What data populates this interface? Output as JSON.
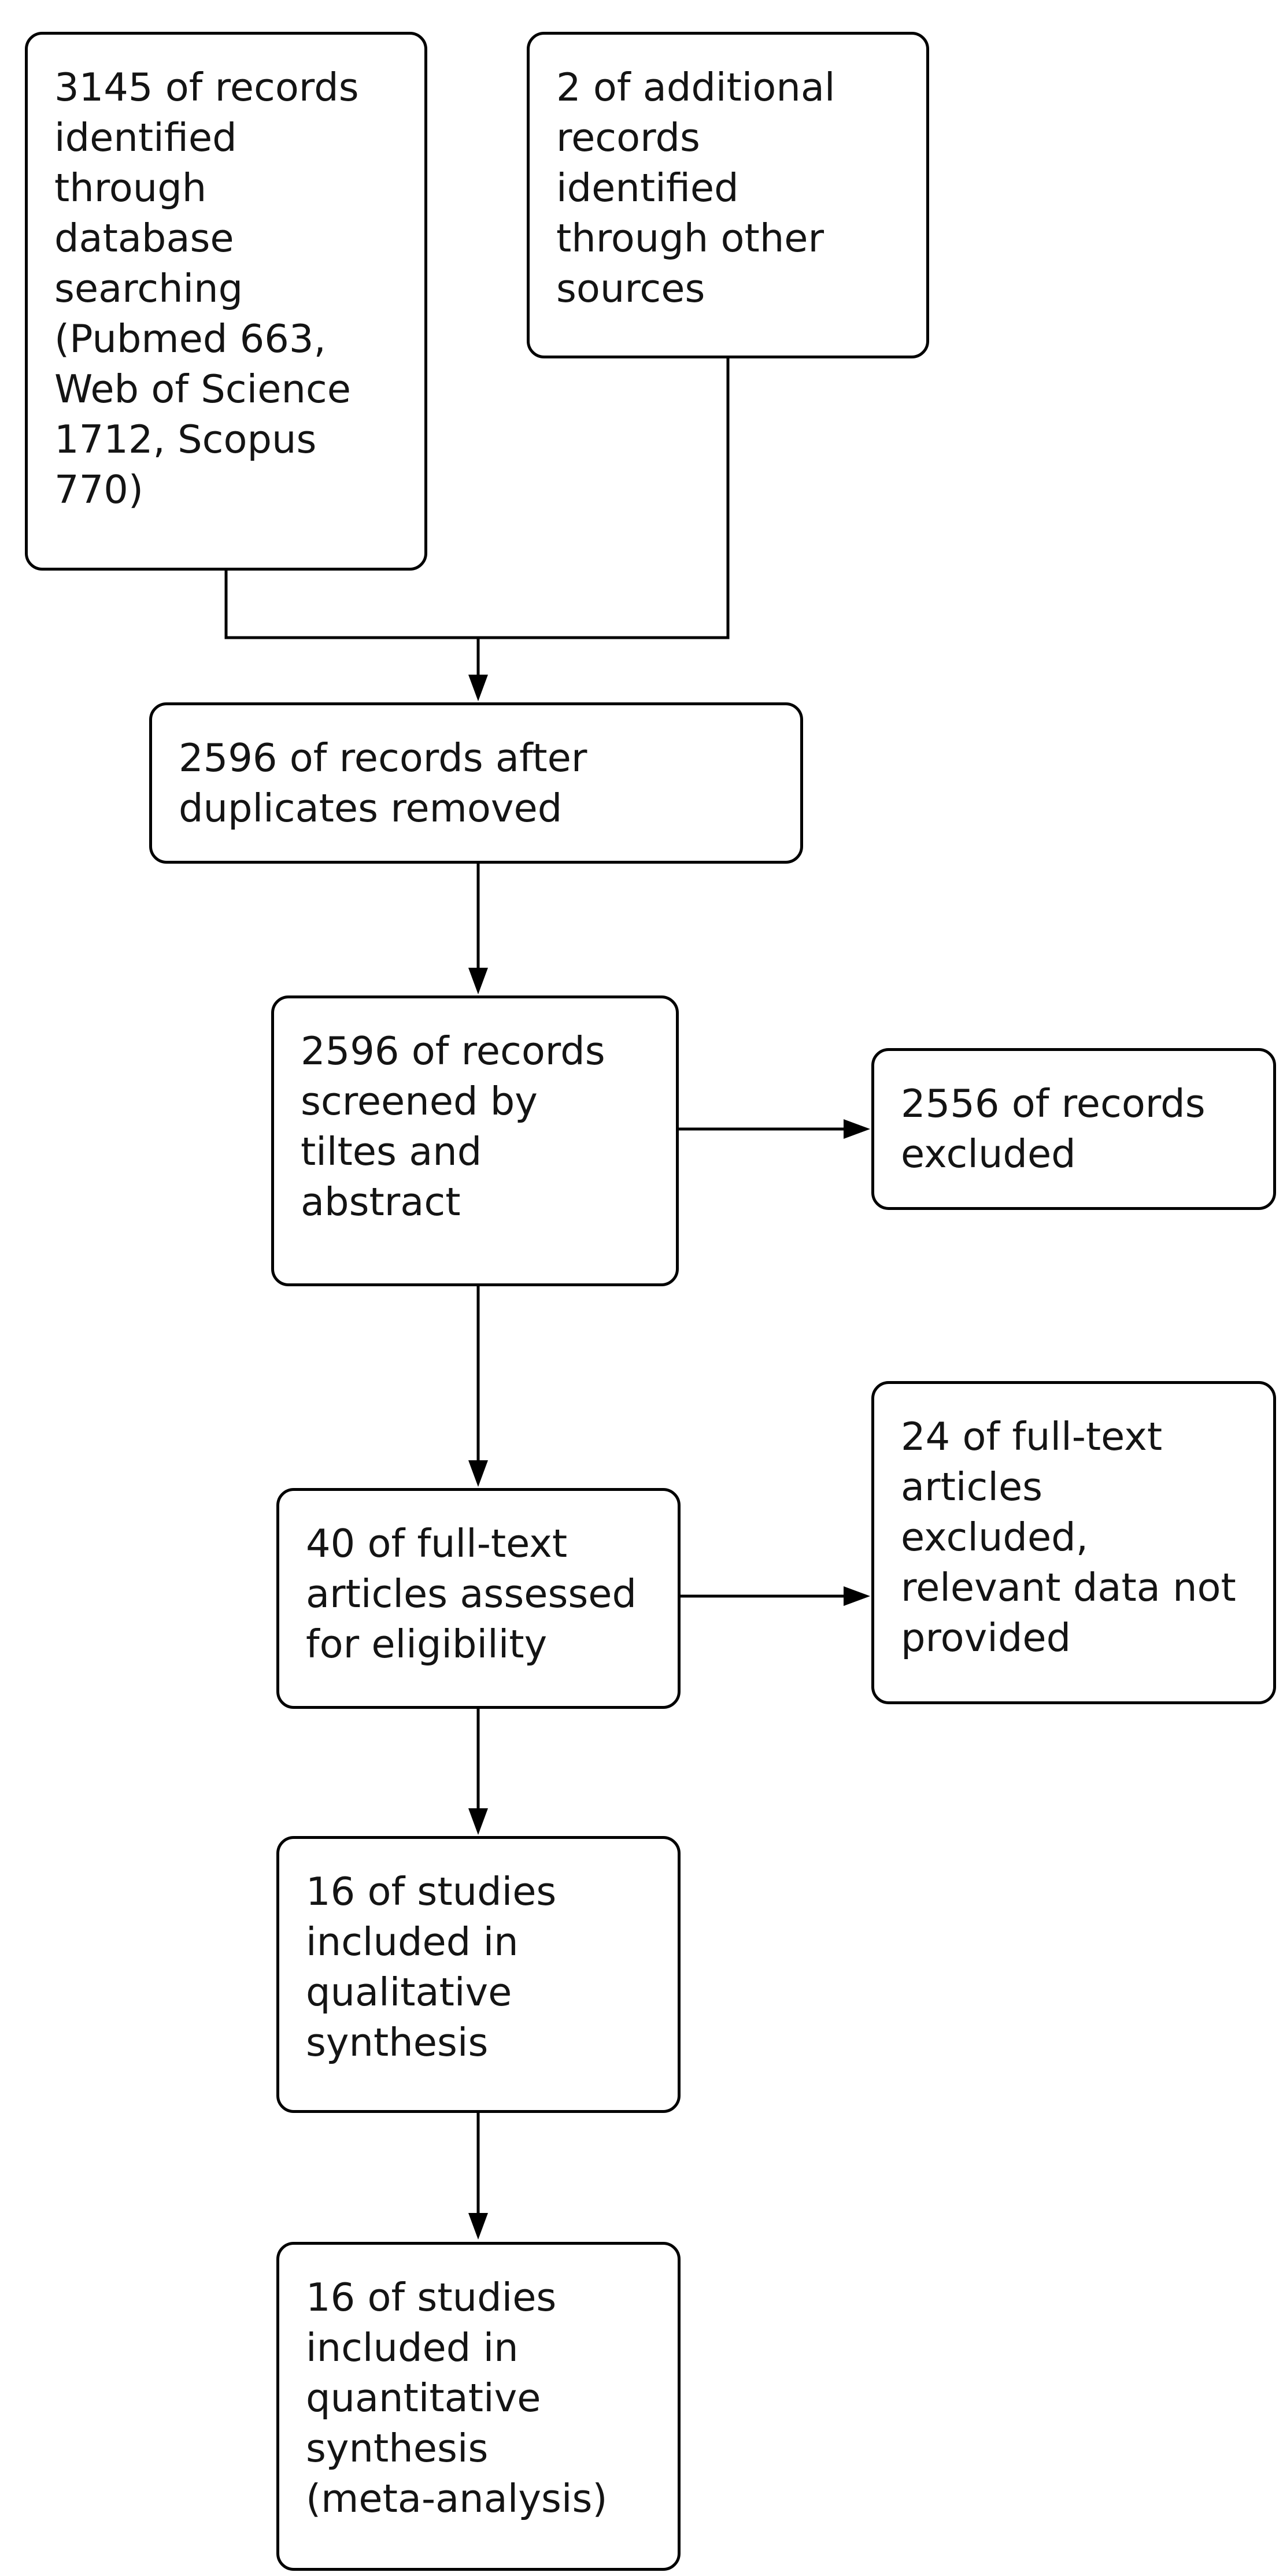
{
  "diagram": {
    "kind": "prisma-flowchart",
    "colors": {
      "line": "#000000",
      "box_border": "#000000",
      "box_fill": "#ffffff",
      "text": "#141414",
      "page_background": "#ffffff"
    },
    "boxes": [
      {
        "id": "records-identified-database",
        "text": "3145 of records\nidentified\nthrough\ndatabase\nsearching\n(Pubmed 663,\nWeb of Science\n1712, Scopus\n770)"
      },
      {
        "id": "records-additional-sources",
        "text": "2 of additional\nrecords\nidentified\nthrough other\nsources"
      },
      {
        "id": "records-after-duplicates",
        "text": "2596 of records after\nduplicates removed"
      },
      {
        "id": "records-screened",
        "text": "2596 of records\nscreened by\ntiltes and\nabstract"
      },
      {
        "id": "records-excluded",
        "text": "2556 of records\nexcluded"
      },
      {
        "id": "fulltext-assessed",
        "text": "40 of full-text\narticles assessed\nfor eligibility"
      },
      {
        "id": "fulltext-excluded",
        "text": "24 of full-text\narticles\nexcluded,\nrelevant data not\nprovided"
      },
      {
        "id": "qualitative-synthesis",
        "text": "16 of studies\nincluded in\nqualitative\nsynthesis"
      },
      {
        "id": "quantitative-synthesis",
        "text": "16 of studies\nincluded in\nquantitative\nsynthesis\n(meta-analysis)"
      }
    ],
    "edges": [
      {
        "from": "records-identified-database",
        "to": "records-after-duplicates"
      },
      {
        "from": "records-additional-sources",
        "to": "records-after-duplicates"
      },
      {
        "from": "records-after-duplicates",
        "to": "records-screened"
      },
      {
        "from": "records-screened",
        "to": "records-excluded"
      },
      {
        "from": "records-screened",
        "to": "fulltext-assessed"
      },
      {
        "from": "fulltext-assessed",
        "to": "fulltext-excluded"
      },
      {
        "from": "fulltext-assessed",
        "to": "qualitative-synthesis"
      },
      {
        "from": "qualitative-synthesis",
        "to": "quantitative-synthesis"
      }
    ]
  }
}
